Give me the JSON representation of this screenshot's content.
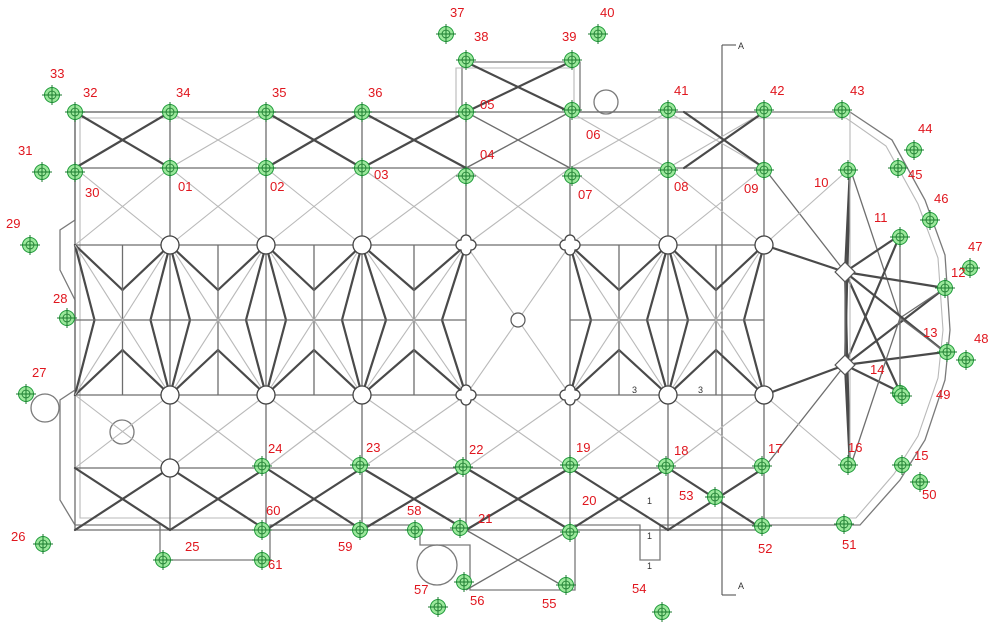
{
  "section_marks": [
    "A",
    "A"
  ],
  "small_marks": [
    "1",
    "1",
    "1",
    "3",
    "3"
  ],
  "colors": {
    "label": "#e0161e",
    "marker_fill": "#9be89b",
    "marker_stroke": "#1f9a3a",
    "line": "#4a4a4a"
  },
  "markers": [
    {
      "id": "01"
    },
    {
      "id": "02"
    },
    {
      "id": "03"
    },
    {
      "id": "04"
    },
    {
      "id": "05"
    },
    {
      "id": "06"
    },
    {
      "id": "07"
    },
    {
      "id": "08"
    },
    {
      "id": "09"
    },
    {
      "id": "10"
    },
    {
      "id": "11"
    },
    {
      "id": "12"
    },
    {
      "id": "13"
    },
    {
      "id": "14"
    },
    {
      "id": "15"
    },
    {
      "id": "16"
    },
    {
      "id": "17"
    },
    {
      "id": "18"
    },
    {
      "id": "19"
    },
    {
      "id": "20"
    },
    {
      "id": "21"
    },
    {
      "id": "22"
    },
    {
      "id": "23"
    },
    {
      "id": "24"
    },
    {
      "id": "25"
    },
    {
      "id": "26"
    },
    {
      "id": "27"
    },
    {
      "id": "28"
    },
    {
      "id": "29"
    },
    {
      "id": "30"
    },
    {
      "id": "31"
    },
    {
      "id": "32"
    },
    {
      "id": "33"
    },
    {
      "id": "34"
    },
    {
      "id": "35"
    },
    {
      "id": "36"
    },
    {
      "id": "37"
    },
    {
      "id": "38"
    },
    {
      "id": "39"
    },
    {
      "id": "40"
    },
    {
      "id": "41"
    },
    {
      "id": "42"
    },
    {
      "id": "43"
    },
    {
      "id": "44"
    },
    {
      "id": "45"
    },
    {
      "id": "46"
    },
    {
      "id": "47"
    },
    {
      "id": "48"
    },
    {
      "id": "49"
    },
    {
      "id": "50"
    },
    {
      "id": "51"
    },
    {
      "id": "52"
    },
    {
      "id": "53"
    },
    {
      "id": "54"
    },
    {
      "id": "55"
    },
    {
      "id": "56"
    },
    {
      "id": "57"
    },
    {
      "id": "58"
    },
    {
      "id": "59"
    },
    {
      "id": "60"
    },
    {
      "id": "61"
    }
  ]
}
